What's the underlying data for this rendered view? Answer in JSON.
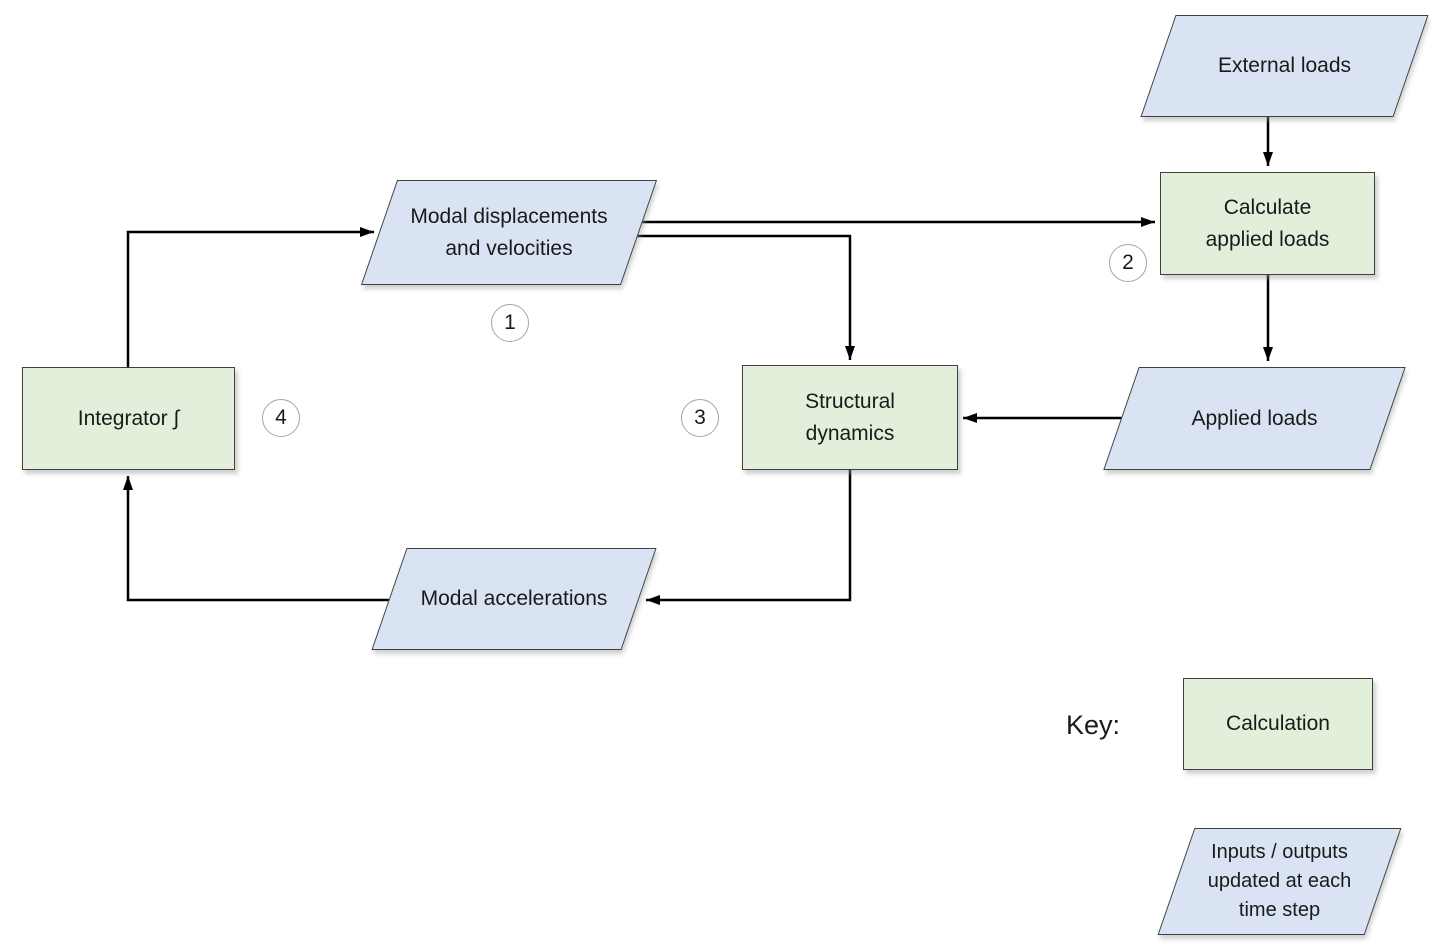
{
  "colors": {
    "io_fill": "#dae3f3",
    "io_border": "#404040",
    "calc_fill": "#e2efda",
    "calc_border": "#404040",
    "line": "#000000",
    "step_circle_border": "#a6a6a6",
    "text": "#1a1a1a"
  },
  "nodes": [
    {
      "id": "external-loads",
      "type": "io",
      "label": "External loads"
    },
    {
      "id": "calculate-applied-loads",
      "type": "calc",
      "label": "Calculate\napplied loads"
    },
    {
      "id": "applied-loads",
      "type": "io",
      "label": "Applied loads"
    },
    {
      "id": "structural-dynamics",
      "type": "calc",
      "label": "Structural\ndynamics"
    },
    {
      "id": "integrator",
      "type": "calc",
      "label": "Integrator  ∫"
    },
    {
      "id": "modal-displacements",
      "type": "io",
      "label": "Modal displacements\nand velocities"
    },
    {
      "id": "modal-accelerations",
      "type": "io",
      "label": "Modal accelerations"
    }
  ],
  "steps": [
    "1",
    "2",
    "3",
    "4"
  ],
  "key": {
    "label": "Key:",
    "calculation": "Calculation",
    "io": "Inputs / outputs\nupdated at each\ntime step"
  }
}
